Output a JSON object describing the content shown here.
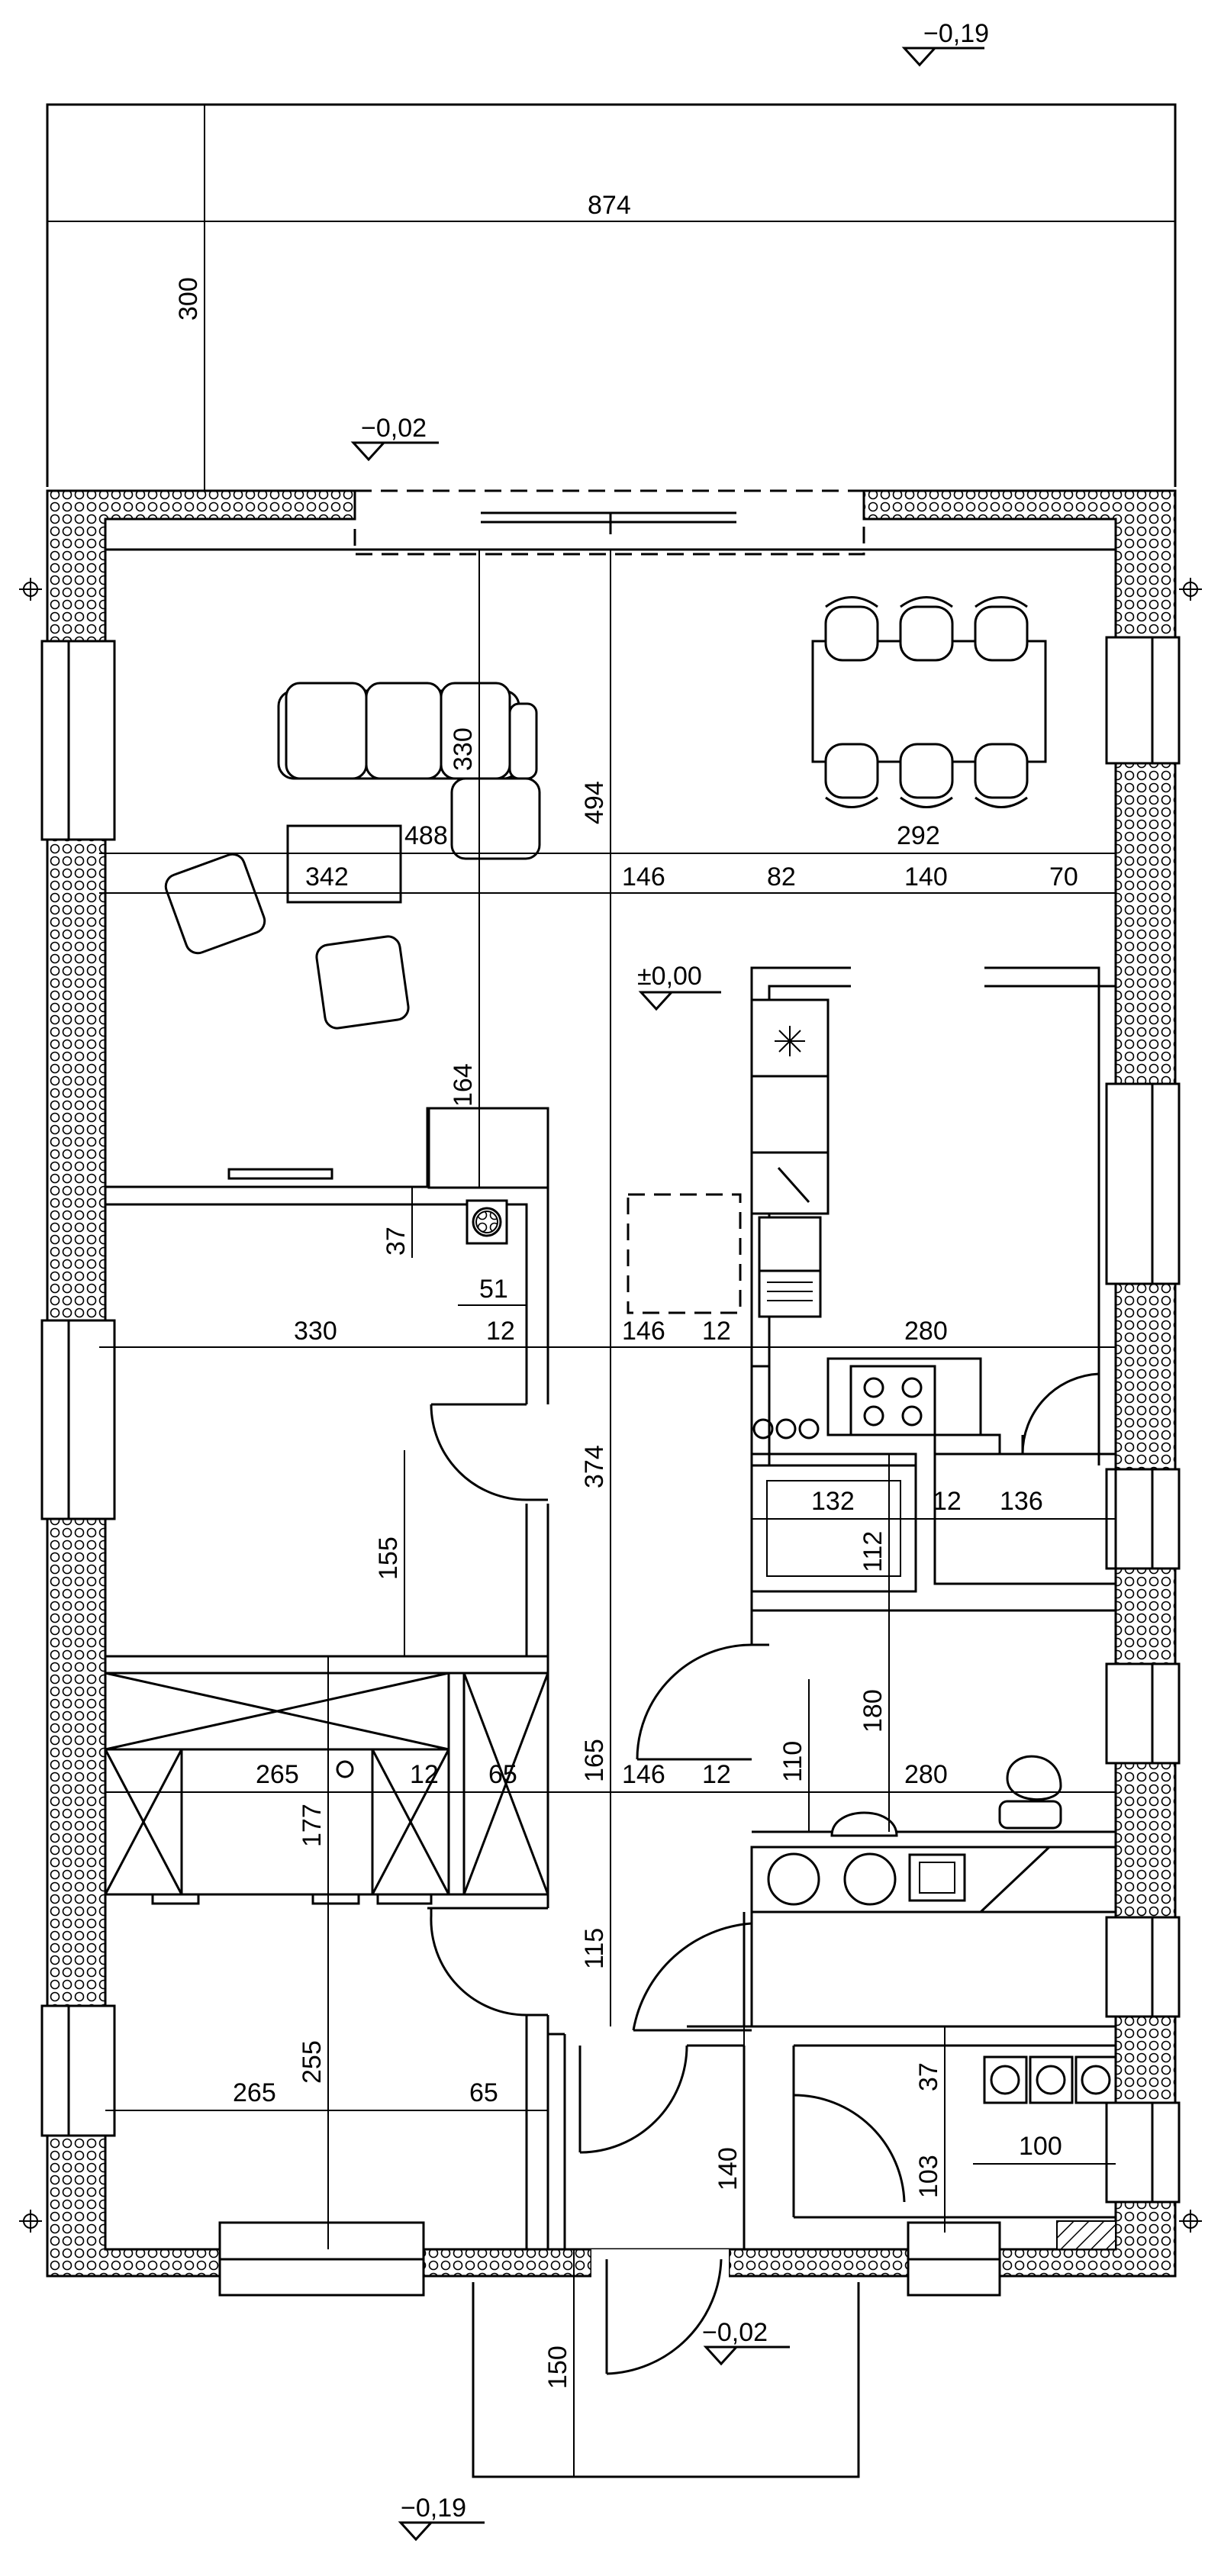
{
  "levels": {
    "top_right": "−0,19",
    "terrace": "−0,02",
    "floor": "±0,00",
    "entrance": "−0,02",
    "bottom": "−0,19"
  },
  "dimensions": {
    "terrace_width": "874",
    "terrace_depth": "300",
    "d_330_vertical": "330",
    "d_494": "494",
    "d_488": "488",
    "d_292": "292",
    "d_342": "342",
    "d_146_a": "146",
    "d_82": "82",
    "d_140_a": "140",
    "d_70": "70",
    "d_164": "164",
    "d_37_a": "37",
    "d_51": "51",
    "d_330_h": "330",
    "d_12_a": "12",
    "d_146_b": "146",
    "d_12_b": "12",
    "d_280_a": "280",
    "d_374": "374",
    "d_132": "132",
    "d_112": "112",
    "d_12_c": "12",
    "d_136": "136",
    "d_155": "155",
    "d_180": "180",
    "d_110": "110",
    "d_265_a": "265",
    "d_12_d": "12",
    "d_65_a": "65",
    "d_165": "165",
    "d_146_c": "146",
    "d_12_e": "12",
    "d_280_b": "280",
    "d_177": "177",
    "d_115": "115",
    "d_255": "255",
    "d_265_b": "265",
    "d_65_b": "65",
    "d_37_b": "37",
    "d_140_b": "140",
    "d_103": "103",
    "d_100": "100",
    "d_150": "150"
  }
}
